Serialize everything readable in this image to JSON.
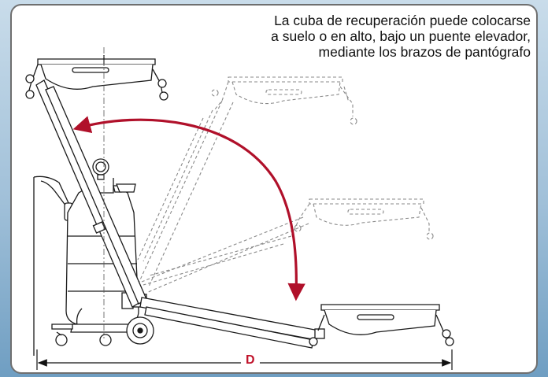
{
  "caption": {
    "lines": [
      "La cuba de recuperación puede colocarse",
      "a suelo o en alto, bajo un puente elevador,",
      "mediante los brazos de pantógrafo"
    ]
  },
  "dimension": {
    "label": "D",
    "color": "#c0122a"
  },
  "colors": {
    "arrow": "#b0102a",
    "line": "#1a1a1a",
    "ghost": "#8a8a8a",
    "frame": "#6f6f6f"
  }
}
